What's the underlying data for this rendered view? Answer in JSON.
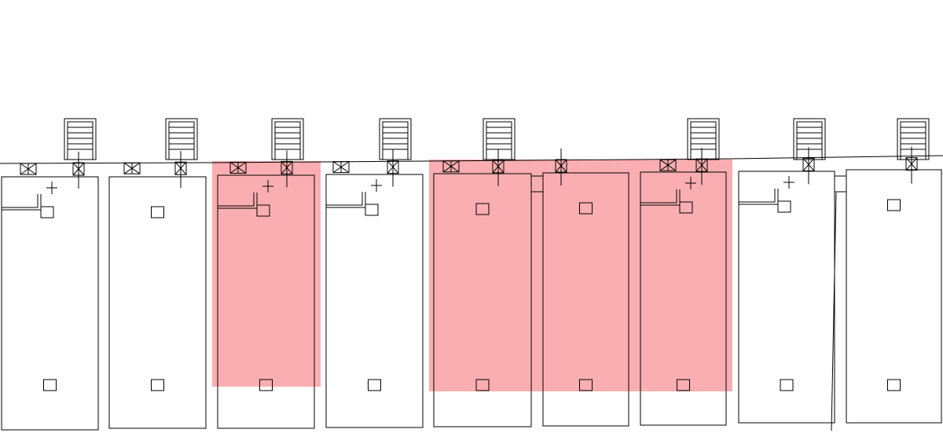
{
  "diagram": {
    "type": "site-plan",
    "colors": {
      "background": "#ffffff",
      "line": "#000000",
      "highlight": "#f7878c"
    },
    "bays": [
      {
        "id": 1,
        "highlighted": false,
        "has_pipe": true
      },
      {
        "id": 2,
        "highlighted": false,
        "has_pipe": false
      },
      {
        "id": 3,
        "highlighted": true,
        "has_pipe": true
      },
      {
        "id": 4,
        "highlighted": false,
        "has_pipe": true
      },
      {
        "id": 5,
        "highlighted": true,
        "has_pipe": false
      },
      {
        "id": 6,
        "highlighted": true,
        "has_pipe": false
      },
      {
        "id": 7,
        "highlighted": true,
        "has_pipe": true
      },
      {
        "id": 8,
        "highlighted": false,
        "has_pipe": true
      },
      {
        "id": 9,
        "highlighted": false,
        "has_pipe": false
      }
    ],
    "icons": [
      "ladder-icon",
      "valve-icon",
      "manhole-icon",
      "crosshair-icon"
    ]
  }
}
